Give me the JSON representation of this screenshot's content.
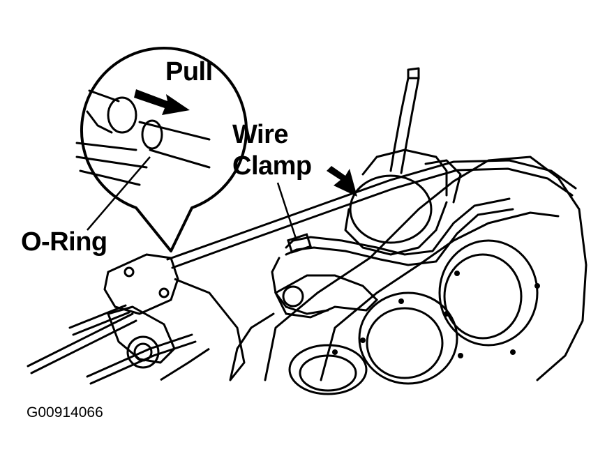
{
  "labels": {
    "pull": "Pull",
    "wire": "Wire",
    "clamp": "Clamp",
    "o_ring": "O-Ring",
    "figure_id": "G00914066"
  },
  "colors": {
    "ink": "#000000",
    "paper": "#ffffff"
  }
}
